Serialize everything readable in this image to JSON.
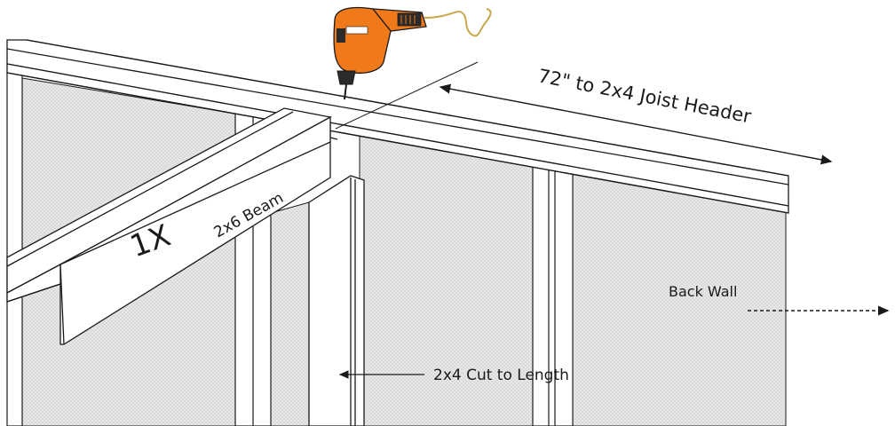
{
  "labels": {
    "joist_header": "72\" to 2x4 Joist Header",
    "beam": "2x6 Beam",
    "beam_mark": "1X",
    "back_wall": "Back Wall",
    "stud_cut": "2x4 Cut to Length"
  },
  "colors": {
    "drill_body": "#f07a1a",
    "drill_dark": "#2b2b2b",
    "drill_cord": "#c8a84a",
    "panel_fill": "#e6e6e6",
    "lumber_fill": "#ffffff",
    "line": "#1a1a1a"
  },
  "icons": {
    "tool": "power-drill-icon"
  }
}
